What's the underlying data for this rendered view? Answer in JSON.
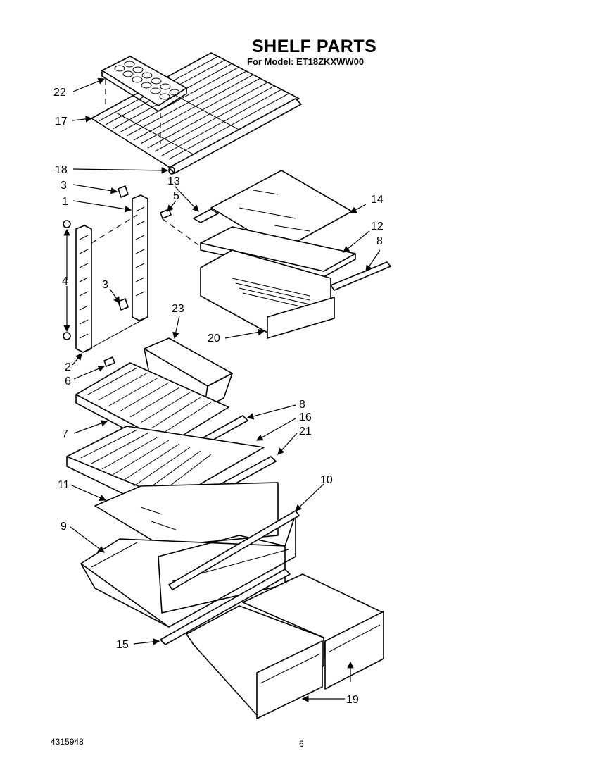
{
  "header": {
    "title": "SHELF PARTS",
    "model_line": "For Model: ET18ZKXWW00"
  },
  "footer": {
    "doc_number": "4315948",
    "page_number": "6"
  },
  "callouts": [
    "22",
    "17",
    "18",
    "3",
    "13",
    "5",
    "14",
    "1",
    "12",
    "8",
    "4",
    "3",
    "23",
    "20",
    "2",
    "6",
    "8",
    "16",
    "7",
    "21",
    "11",
    "10",
    "9",
    "15",
    "19"
  ]
}
